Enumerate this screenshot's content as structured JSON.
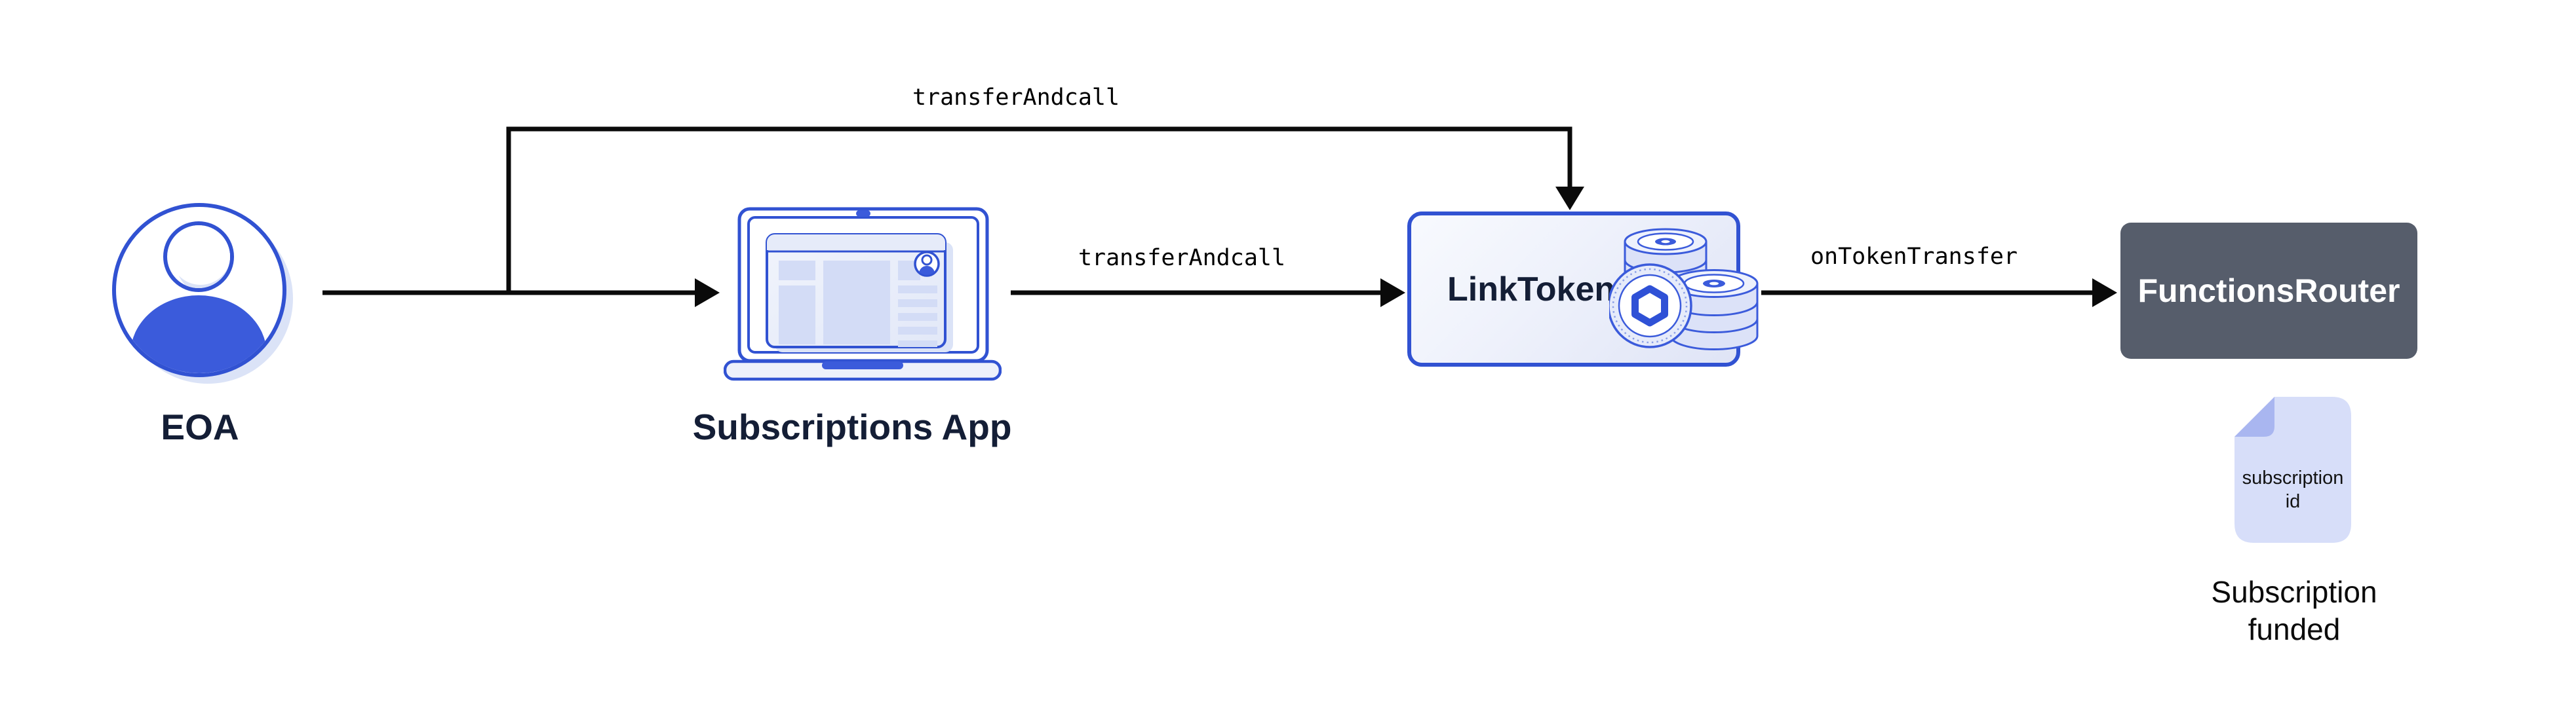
{
  "colors": {
    "blue": "#3b5bdb",
    "outline_blue": "#3152d2",
    "dark_navy": "#141e36",
    "slate_gray": "#565d6b",
    "arrow_black": "#0a0a0a",
    "shadow_lavender": "#dbe3f7",
    "doc_fill": "#d7def9",
    "doc_fold": "#a9b6f0"
  },
  "nodes": {
    "eoa": {
      "label": "EOA",
      "icon": "user-avatar-icon"
    },
    "subscriptions_app": {
      "label": "Subscriptions App",
      "icon": "laptop-browser-icon"
    },
    "link_token": {
      "label": "LinkToken",
      "icon": "link-coins-icon"
    },
    "functions_router": {
      "label": "FunctionsRouter"
    },
    "subscription_doc": {
      "icon": "document-icon",
      "text_line1": "subscription",
      "text_line2": "id",
      "caption_line1": "Subscription",
      "caption_line2": "funded"
    }
  },
  "edges": [
    {
      "from": "EOA",
      "to": "LinkToken",
      "label": "transferAndcall"
    },
    {
      "from": "EOA",
      "to": "Subscriptions App",
      "label": ""
    },
    {
      "from": "Subscriptions App",
      "to": "LinkToken",
      "label": "transferAndcall"
    },
    {
      "from": "LinkToken",
      "to": "FunctionsRouter",
      "label": "onTokenTransfer"
    }
  ]
}
